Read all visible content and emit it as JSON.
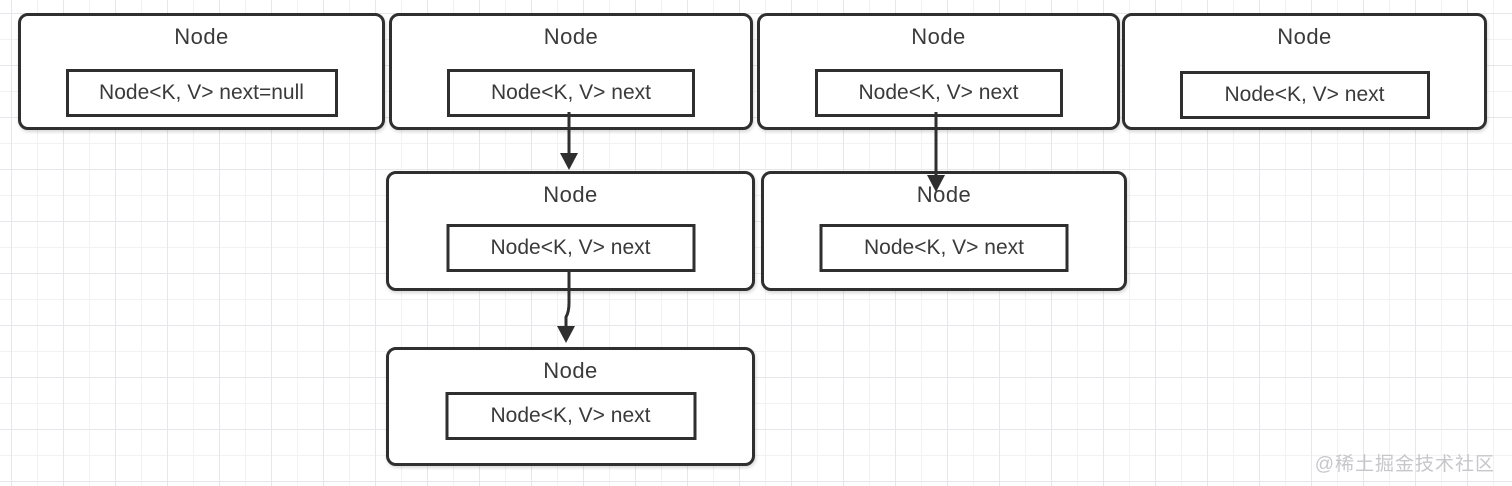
{
  "diagram": {
    "nodes": [
      {
        "id": "top-1",
        "title": "Node",
        "field": "Node<K, V> next=null"
      },
      {
        "id": "top-2",
        "title": "Node",
        "field": "Node<K, V> next"
      },
      {
        "id": "top-3",
        "title": "Node",
        "field": "Node<K, V> next"
      },
      {
        "id": "top-4",
        "title": "Node",
        "field": "Node<K, V> next"
      },
      {
        "id": "mid-1",
        "title": "Node",
        "field": "Node<K, V> next"
      },
      {
        "id": "mid-2",
        "title": "Node",
        "field": "Node<K, V> next"
      },
      {
        "id": "bottom-1",
        "title": "Node",
        "field": "Node<K, V> next"
      }
    ],
    "connections": [
      {
        "from": "top-2",
        "to": "mid-1"
      },
      {
        "from": "top-3",
        "to": "mid-2"
      },
      {
        "from": "mid-1",
        "to": "bottom-1"
      }
    ],
    "colors": {
      "border": "#2f2f2f",
      "text": "#3a3a3a",
      "arrow": "#2f2f2f",
      "grid_minor": "#f2f2f5",
      "grid_major": "#e6e6eb",
      "background": "#ffffff",
      "watermark": "#c7c7cb"
    }
  },
  "watermark": {
    "text": "@稀土掘金技术社区"
  }
}
